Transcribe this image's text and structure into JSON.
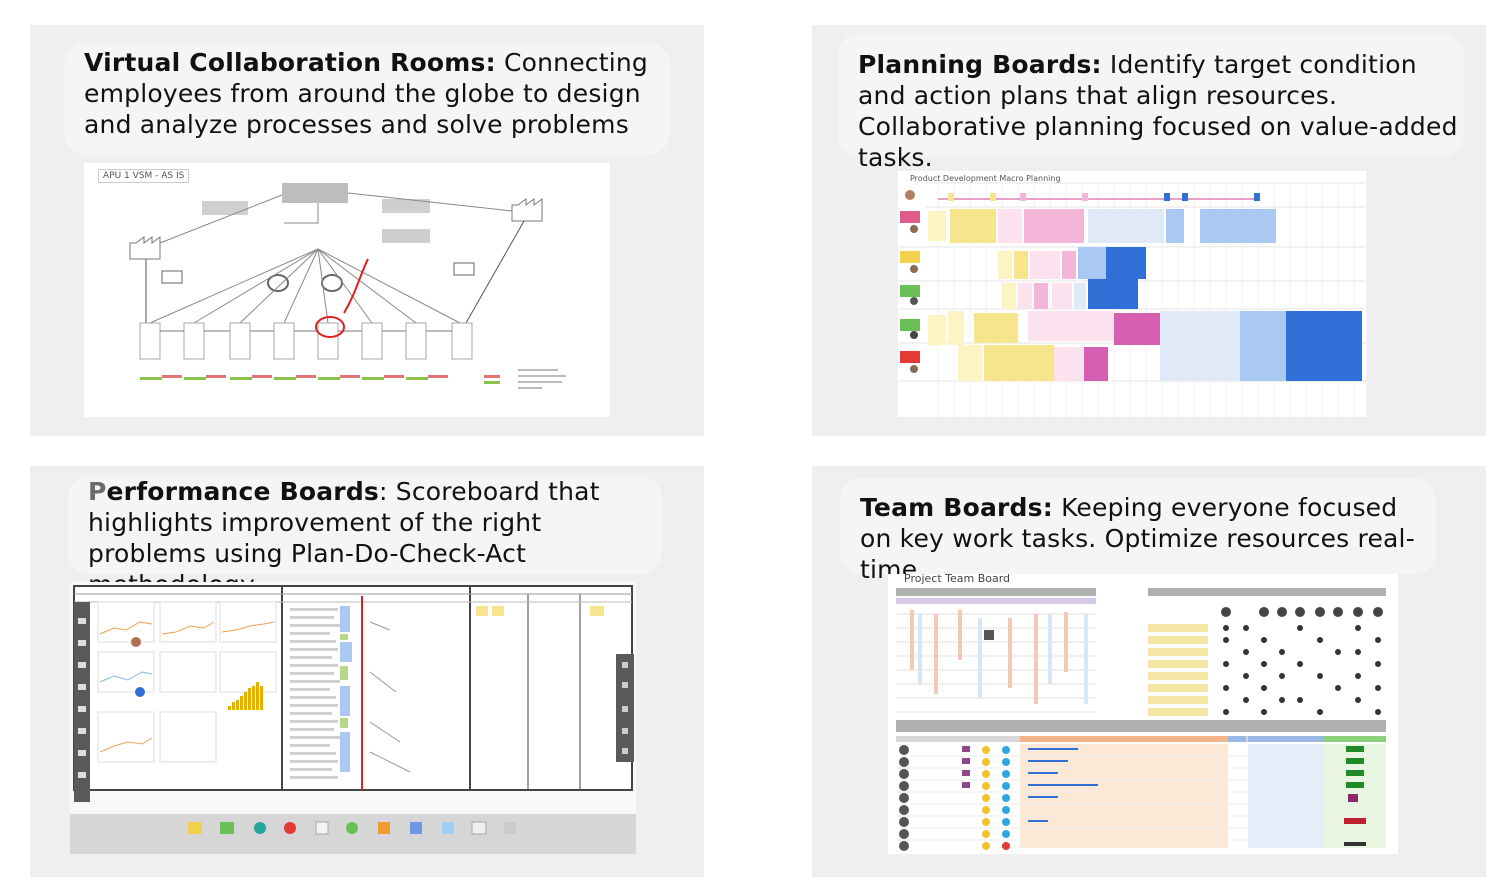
{
  "panels": [
    {
      "heading": "Virtual Collaboration Rooms:",
      "text": "  Connecting employees from around the globe to design and analyze processes and solve problems",
      "screenshot_title": "APU 1 VSM - AS IS"
    },
    {
      "heading": "Planning Boards:",
      "text": " Identify target condition and action plans that align resources. Collaborative planning focused on value-added tasks.",
      "screenshot_title": "Product Development Macro Planning"
    },
    {
      "heading_first_letter": "P",
      "heading": "erformance Boards",
      "text": ": Scoreboard that highlights improvement of the right problems using Plan-Do-Check-Act methodology."
    },
    {
      "heading": "Team Boards:",
      "text": " Keeping everyone focused on key work tasks.  Optimize resources real-time.",
      "screenshot_title": "Project Team Board"
    }
  ],
  "colors": {
    "panel_bg": "#efefef",
    "caption_bg": "#f5f5f5",
    "sticky_yellow": "#f6e58d",
    "sticky_pink": "#f3b6d8",
    "sticky_blue": "#a9c9f2",
    "strong_blue": "#2f6fd6",
    "magenta": "#d75fb3",
    "red_mark": "#e02020"
  }
}
